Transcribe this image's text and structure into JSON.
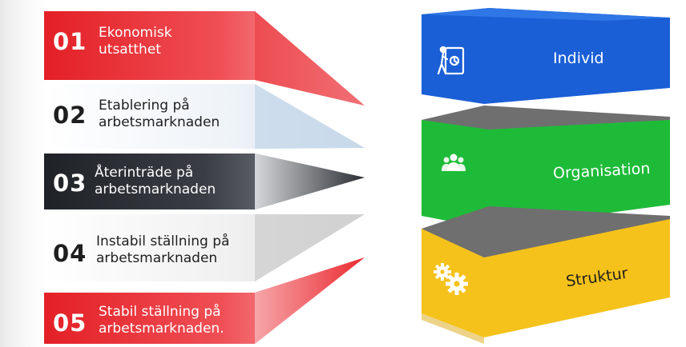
{
  "steps": [
    {
      "number": "01",
      "line1": "Ekonomisk",
      "line2": "utsatthet",
      "color": "#e8242b"
    },
    {
      "number": "02",
      "line1": "Etablering på",
      "line2": "arbetsmarknaden",
      "color": "#d4e3f0"
    },
    {
      "number": "03",
      "line1": "Återinträde på",
      "line2": "arbetsmarknaden",
      "color": "#262a2f"
    },
    {
      "number": "04",
      "line1": "Instabil ställning på",
      "line2": "arbetsmarknaden",
      "color": "#dcdcdc"
    },
    {
      "number": "05",
      "line1": "Stabil ställning på",
      "line2": "arbetsmarknaden.",
      "color": "#e8242b"
    }
  ],
  "layers": [
    {
      "label": "Individ",
      "icon": "person-tablet-icon",
      "color": "#1d62d8"
    },
    {
      "label": "Organisation",
      "icon": "group-people-icon",
      "color": "#1fbd3a"
    },
    {
      "label": "Struktur",
      "icon": "gears-icon",
      "color": "#f6c31c"
    }
  ]
}
